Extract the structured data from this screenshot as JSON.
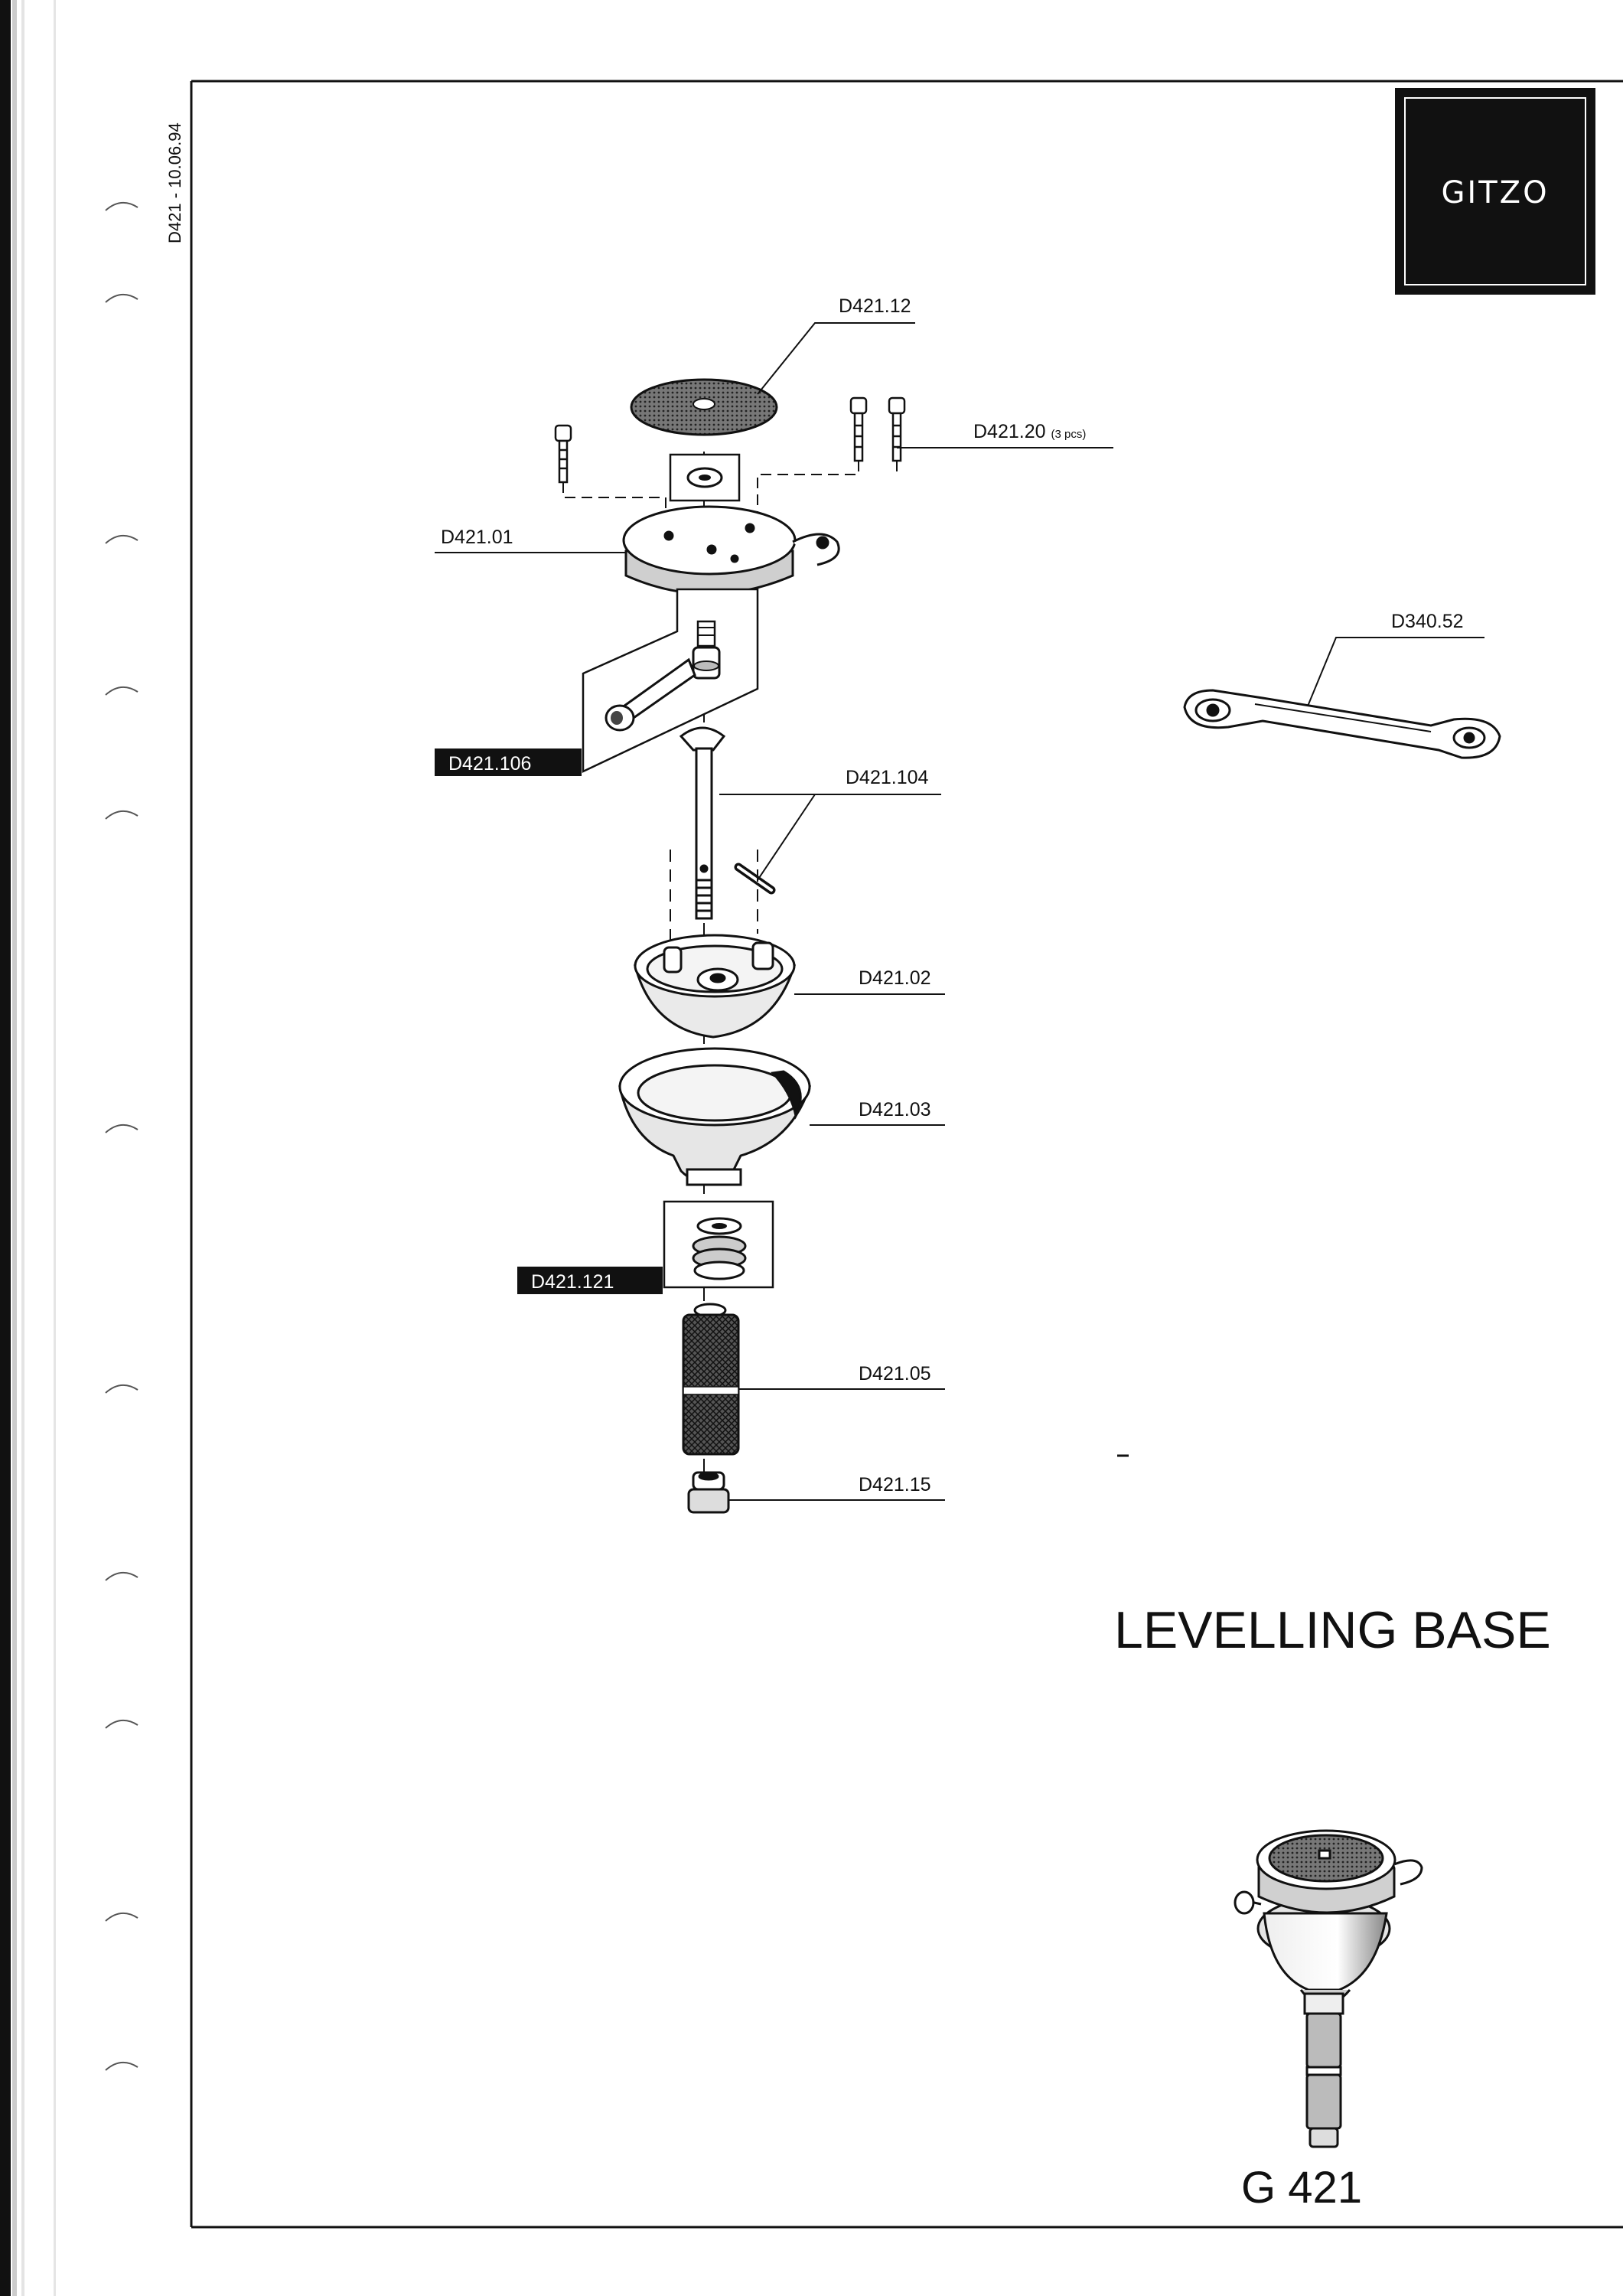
{
  "document": {
    "ref": "D421 - 10.06.94",
    "brand": "GITZO",
    "title": "LEVELLING BASE",
    "model": "G 421"
  },
  "parts": {
    "d421_12": "D421.12",
    "d421_20": "D421.20",
    "d421_20_qty": "(3 pcs)",
    "d421_01": "D421.01",
    "d421_106": "D421.106",
    "d421_104": "D421.104",
    "d421_02": "D421.02",
    "d421_03": "D421.03",
    "d421_121": "D421.121",
    "d421_05": "D421.05",
    "d421_15": "D421.15",
    "d340_52": "D340.52"
  },
  "colors": {
    "ink": "#111111",
    "paper": "#ffffff",
    "label_fill": "#111111"
  }
}
